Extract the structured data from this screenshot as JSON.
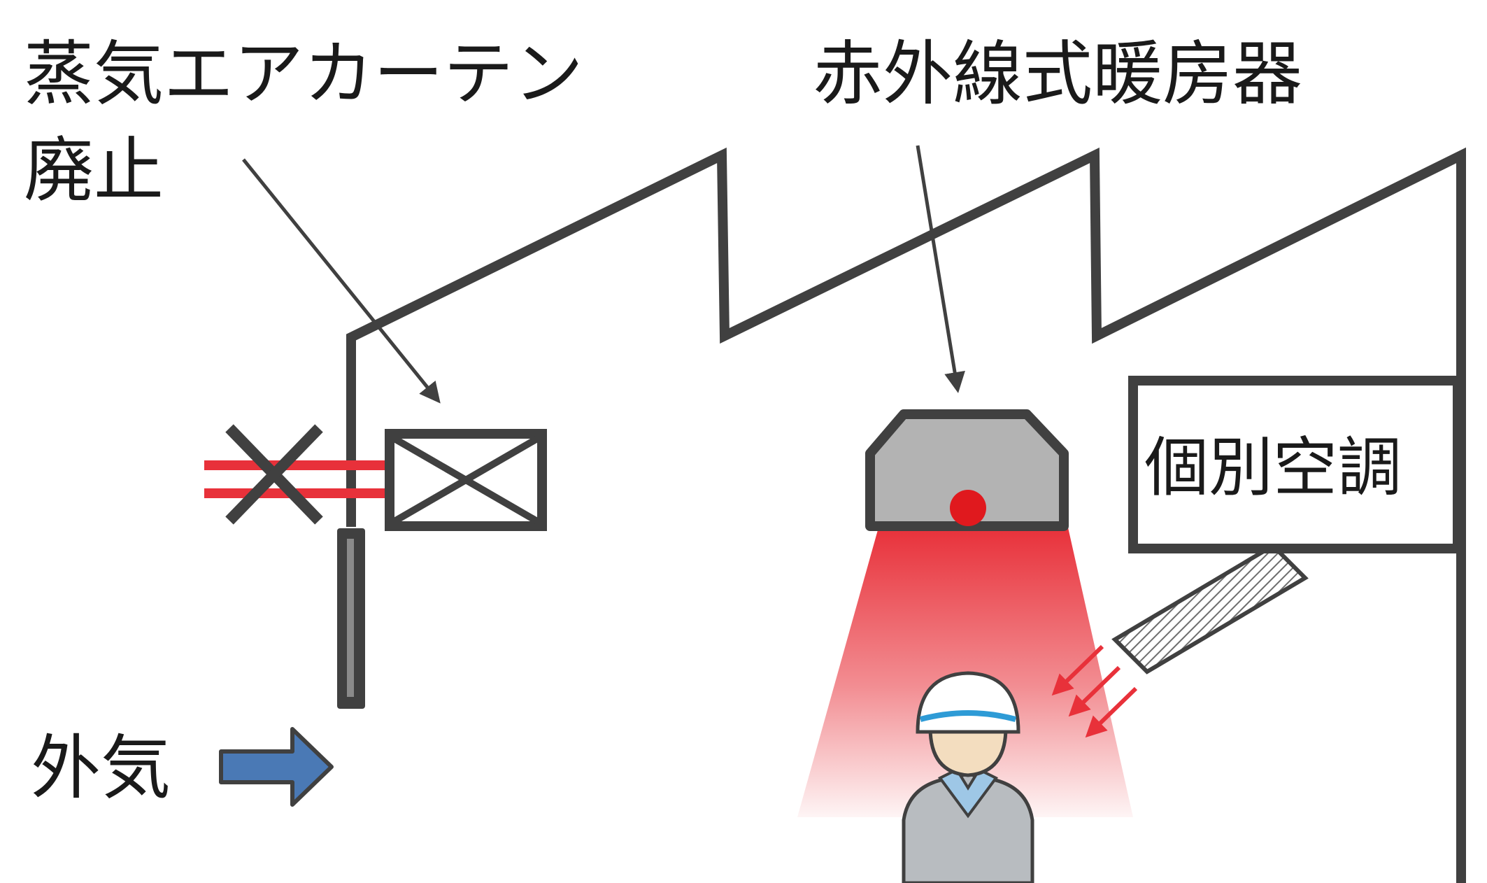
{
  "labels": {
    "steam_curtain_line1": "蒸気エアカーテン",
    "steam_curtain_line2": "廃止",
    "infrared_heater": "赤外線式暖房器",
    "individual_ac": "個別空調",
    "outside_air": "外気"
  },
  "colors": {
    "outline": "#404040",
    "curtain_red": "#e8313a",
    "heater_body": "#b3b3b3",
    "heater_lamp": "#e0191e",
    "heat_beam": "#e8313a",
    "air_arrow": "#4a79b5",
    "helmet_stripe": "#2e9bd6",
    "worker_uniform": "#b8bcc0",
    "worker_collar": "#9ec7e6",
    "worker_skin": "#f3ddbf"
  },
  "icons": {
    "curtain_unit": "crossed-box-icon",
    "disabled_mark": "x-mark-icon",
    "heater": "infrared-heater-icon",
    "worker": "worker-helmet-icon",
    "duct": "hatched-duct-icon",
    "air_arrow": "block-arrow-right-icon"
  }
}
